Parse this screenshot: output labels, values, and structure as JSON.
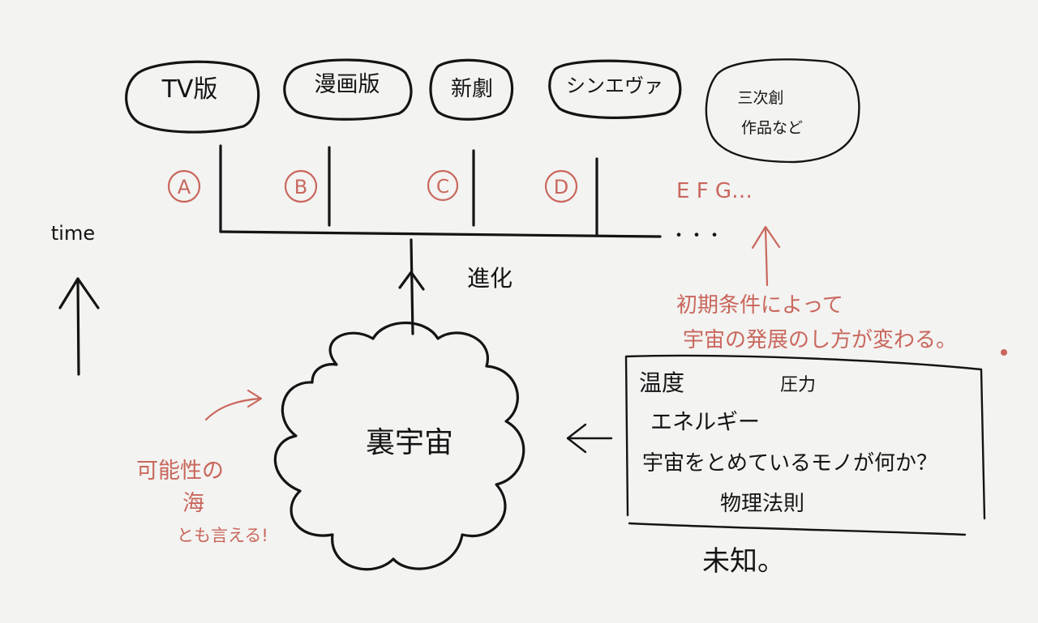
{
  "colors": {
    "ink": "#141414",
    "accent": "#c9675d",
    "paper": "#f3f3f1"
  },
  "versions": [
    {
      "label": "TV版",
      "marker": "A"
    },
    {
      "label": "漫画版",
      "marker": "B"
    },
    {
      "label": "新劇",
      "marker": "C"
    },
    {
      "label": "シンエヴァ",
      "marker": "D"
    }
  ],
  "other_works": {
    "line1": "三次創",
    "line2": "作品など"
  },
  "more_markers": "E  F  G…",
  "timeline_ellipsis": "・・・",
  "time_label": "time",
  "evolution_label": "進化",
  "initial_condition_note": {
    "line1": "初期条件によって",
    "line2": "宇宙の発展のし方が変わる。"
  },
  "source_label": "裏宇宙",
  "possibility_note": {
    "line1": "可能性の",
    "line2": "海",
    "line3": "とも言える!"
  },
  "unknown_box": {
    "temperature": "温度",
    "pressure": "圧力",
    "energy": "エネルギー",
    "question": "宇宙をとめているモノが何か？",
    "physics": "物理法則"
  },
  "unknown_label": "未知。"
}
